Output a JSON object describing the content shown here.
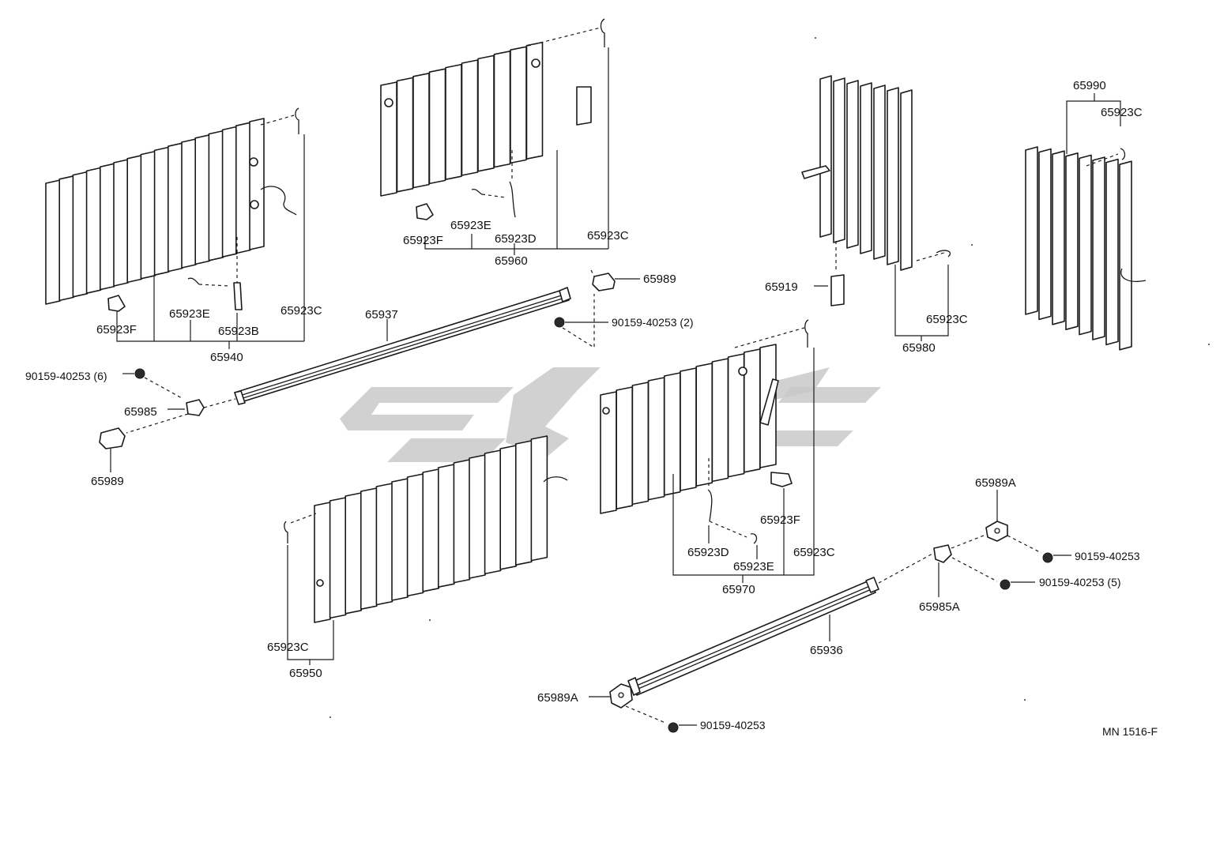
{
  "diagram": {
    "code": "MN 1516-F",
    "labels": {
      "p65923F_a": "65923F",
      "p65923E_a": "65923E",
      "p65923B": "65923B",
      "p65923C_a": "65923C",
      "p65940": "65940",
      "p65923F_b": "65923F",
      "p65923E_b": "65923E",
      "p65923D_b": "65923D",
      "p65960": "65960",
      "p65923C_b": "65923C",
      "p65989_a": "65989",
      "p90159_2": "90159-40253 (2)",
      "p65937": "65937",
      "p90159_6": "90159-40253 (6)",
      "p65985": "65985",
      "p65989_b": "65989",
      "p65919": "65919",
      "p65923C_c": "65923C",
      "p65980": "65980",
      "p65990": "65990",
      "p65923C_d": "65923C",
      "p65923C_e": "65923C",
      "p65950": "65950",
      "p65923D_c": "65923D",
      "p65923F_c": "65923F",
      "p65923E_c": "65923E",
      "p65923C_f": "65923C",
      "p65970": "65970",
      "p65989A_a": "65989A",
      "p90159_a": "90159-40253",
      "p90159_5": "90159-40253 (5)",
      "p65985A": "65985A",
      "p65936": "65936",
      "p65989A_b": "65989A",
      "p90159_b": "90159-40253"
    }
  }
}
